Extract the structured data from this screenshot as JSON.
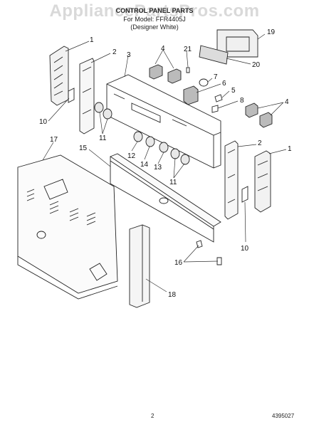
{
  "watermark": "AppliancePartsPros.com",
  "header": {
    "title": "CONTROL PANEL PARTS",
    "model": "For Model: FFR4405J",
    "designer": "(Designer White)"
  },
  "footer": {
    "page_number": "2",
    "doc_number": "4395027"
  },
  "callouts": [
    "1",
    "2",
    "3",
    "4",
    "21",
    "19",
    "20",
    "7",
    "6",
    "5",
    "8",
    "4",
    "10",
    "11",
    "12",
    "14",
    "13",
    "11",
    "15",
    "17",
    "2",
    "1",
    "10",
    "16",
    "18"
  ]
}
